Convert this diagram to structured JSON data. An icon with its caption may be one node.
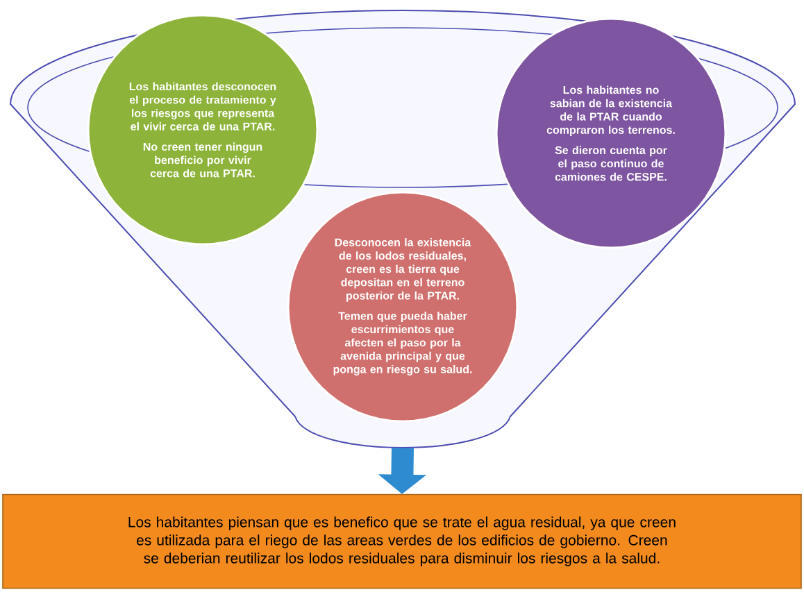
{
  "diagram": {
    "nodes": [
      {
        "text": [],
        "shape": "funnel"
      },
      {
        "text": [
          "Los habitantes desconocen el proceso de tratamiento y los riesgos que representa el vivir cerca de una PTAR.",
          "No creen tener ningun beneficio por vivir cerca de una PTAR."
        ],
        "in": 0
      },
      {
        "text": [
          "Los habitantes no sabian de la existencia de la PTAR cuando compraron los terrenos.",
          "Se dieron cuenta por el paso continuo de camiones de CESPE."
        ],
        "in": 0
      },
      {
        "text": [
          "Desconocen la existencia de los lodos residuales, creen es la tierra que depositan en el terreno posterior de la PTAR.",
          "Temen que pueda haber escurrimientos que afecten el paso por la avenida principal y que ponga en riesgo su salud."
        ],
        "in": 0
      },
      {
        "text": [
          "Los habitantes piensan que es benefico que se trate el agua residual, ya que creen es utilizada para el riego de las areas verdes de los edificios de gobierno. Creen se deberian reutilizar los lodos residuales para disminuir los riesgos a la salud."
        ]
      }
    ],
    "edges": [
      {
        "from": 0,
        "to": 4,
        "arrow": "to"
      }
    ]
  }
}
